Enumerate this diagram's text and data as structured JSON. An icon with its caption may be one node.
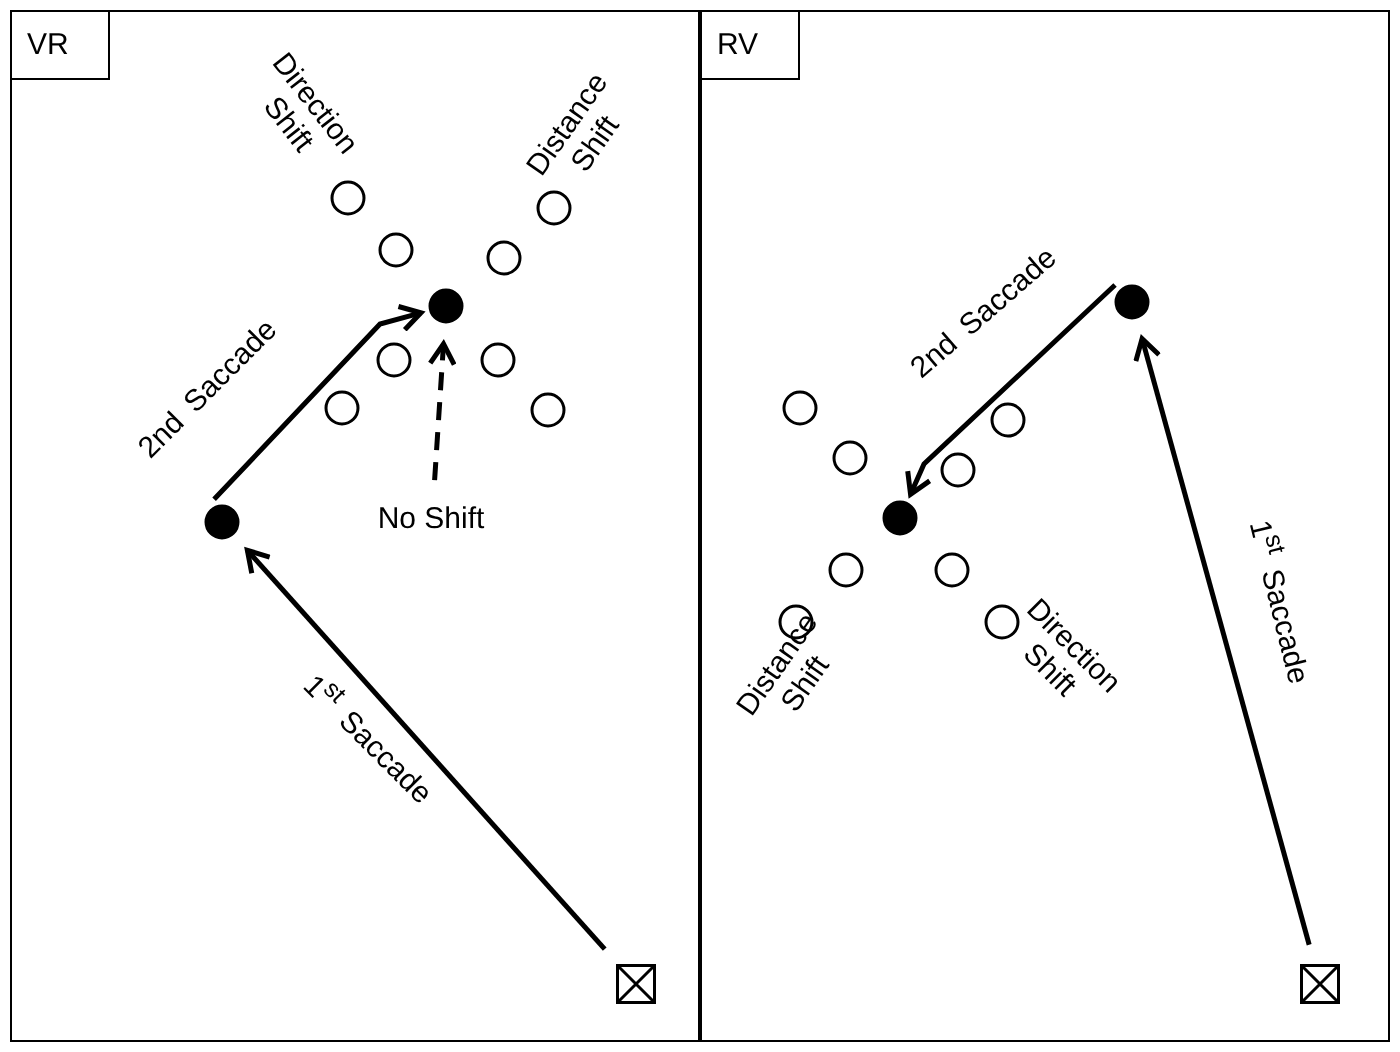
{
  "diagram": {
    "nodes": [
      {
        "text": [
          "VR"
        ]
      },
      {
        "text": [],
        "shape": "circle",
        "in": 0
      },
      {
        "text": [],
        "shape": "circle",
        "in": 0
      },
      {
        "text": [],
        "shape": "circle",
        "in": 0
      },
      {
        "text": [],
        "shape": "circle",
        "in": 0
      },
      {
        "text": [],
        "shape": "circle",
        "in": 0
      },
      {
        "text": [],
        "shape": "circle",
        "in": 0
      },
      {
        "text": [],
        "shape": "circle",
        "in": 0
      },
      {
        "text": [],
        "shape": "circle",
        "in": 0
      },
      {
        "text": [],
        "shape": "circle",
        "in": 0
      },
      {
        "text": [
          "No Shift"
        ],
        "in": 0
      },
      {
        "text": [],
        "shape": "circle",
        "in": 0
      },
      {
        "text": [],
        "shape": "box",
        "in": 0
      },
      {
        "text": [
          "RV"
        ]
      },
      {
        "text": [],
        "shape": "circle",
        "in": 13
      },
      {
        "text": [],
        "shape": "circle",
        "in": 13
      },
      {
        "text": [],
        "shape": "circle",
        "in": 13
      },
      {
        "text": [],
        "shape": "circle",
        "in": 13
      },
      {
        "text": [],
        "shape": "circle",
        "in": 13
      },
      {
        "text": [],
        "shape": "circle",
        "in": 13
      },
      {
        "text": [],
        "shape": "circle",
        "in": 13
      },
      {
        "text": [],
        "shape": "circle",
        "in": 13
      },
      {
        "text": [],
        "shape": "circle",
        "in": 13
      },
      {
        "text": [],
        "shape": "circle",
        "in": 13
      },
      {
        "text": [],
        "shape": "box",
        "in": 13
      }
    ],
    "edges": [
      {
        "from": 12,
        "to": 11,
        "arrow": "to",
        "label": "1$^{st}$ Saccade"
      },
      {
        "from": 11,
        "to": 5,
        "arrow": "to",
        "label": "2nd Saccade"
      },
      {
        "from": 10,
        "to": 5,
        "arrow": "to",
        "style": "dashed"
      },
      {
        "from": 24,
        "to": 14,
        "arrow": "to",
        "label": "1$^{st}$ Saccade"
      },
      {
        "from": 14,
        "to": 19,
        "arrow": "to",
        "label": "2nd Saccade"
      }
    ],
    "labels": [
      "Direction Shift",
      "Distance Shift",
      "Distance Shift",
      "Direction Shift"
    ]
  }
}
